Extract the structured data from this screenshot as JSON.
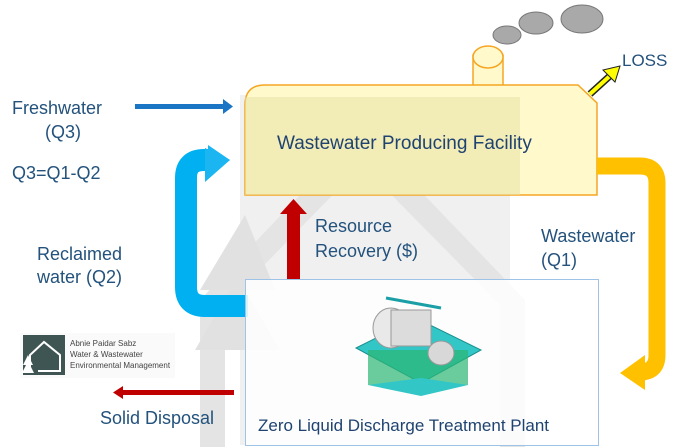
{
  "diagram": {
    "title_node": "Wastewater Producing Facility",
    "plant_node": "Zero Liquid Discharge Treatment Plant",
    "labels": {
      "freshwater": "Freshwater",
      "freshwater_q": "(Q3)",
      "equation": "Q3=Q1-Q2",
      "reclaimed_line1": "Reclaimed",
      "reclaimed_line2": "water (Q2)",
      "resource_line1": "Resource",
      "resource_line2": "Recovery ($)",
      "wastewater_line1": "Wastewater",
      "wastewater_line2": "(Q1)",
      "loss": "LOSS",
      "solid_disposal": "Solid Disposal"
    },
    "logo": {
      "line1": "Abnie Paidar Sabz",
      "line2": "Water & Wastewater",
      "line3": "Environmental Management"
    },
    "colors": {
      "freshwater_arrow": "#1a75c4",
      "reclaimed_arrow": "#00b0f0",
      "wastewater_arrow": "#ffc000",
      "resource_arrow": "#c00000",
      "loss_arrow": "#ffff00",
      "facility_fill": "#fff9cc",
      "facility_border": "#f5a623",
      "text": "#23527c"
    }
  }
}
